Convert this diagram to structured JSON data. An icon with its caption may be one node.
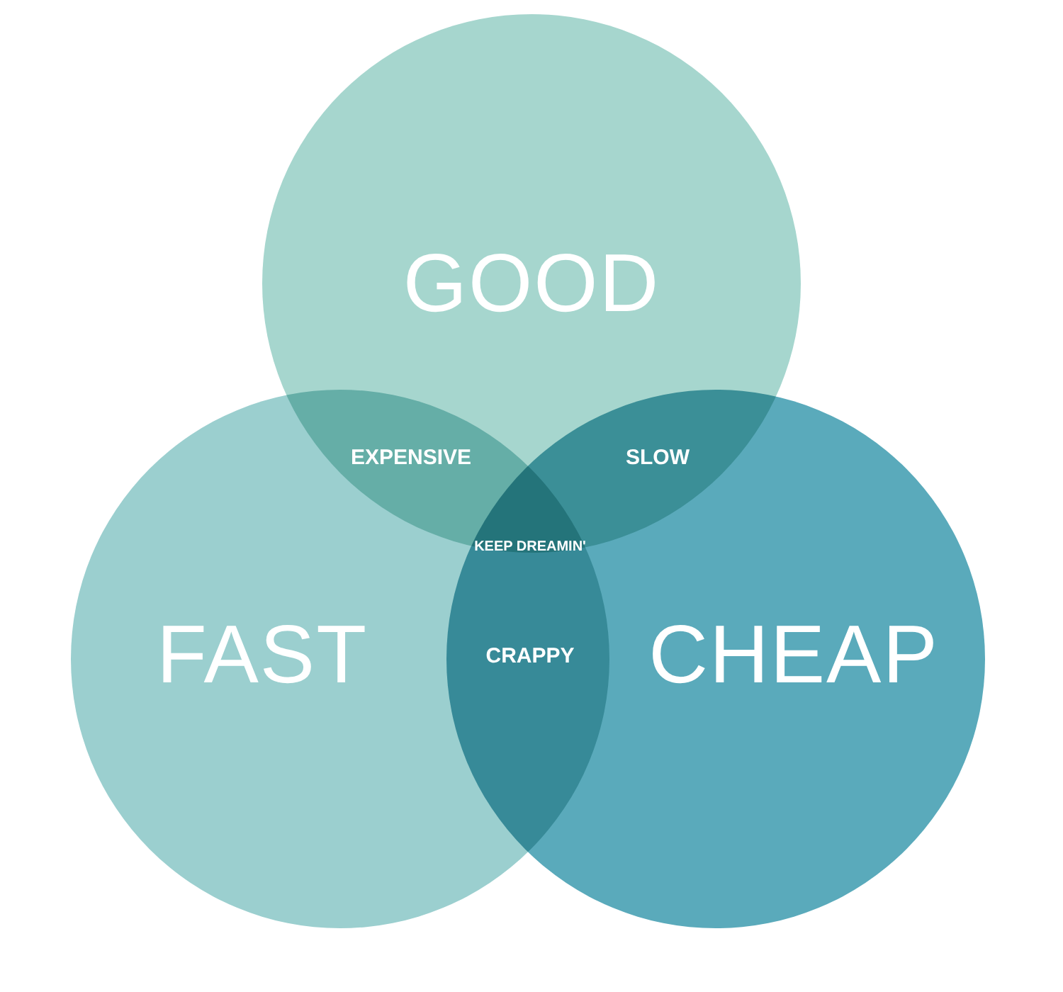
{
  "diagram": {
    "nodes": [
      {
        "text": [
          "GOOD"
        ]
      },
      {
        "text": [
          "FAST"
        ]
      },
      {
        "text": [
          "CHEAP"
        ]
      }
    ],
    "edges": [],
    "labels": [
      "EXPENSIVE",
      "SLOW",
      "KEEP DREAMIN'",
      "CRAPPY"
    ]
  }
}
